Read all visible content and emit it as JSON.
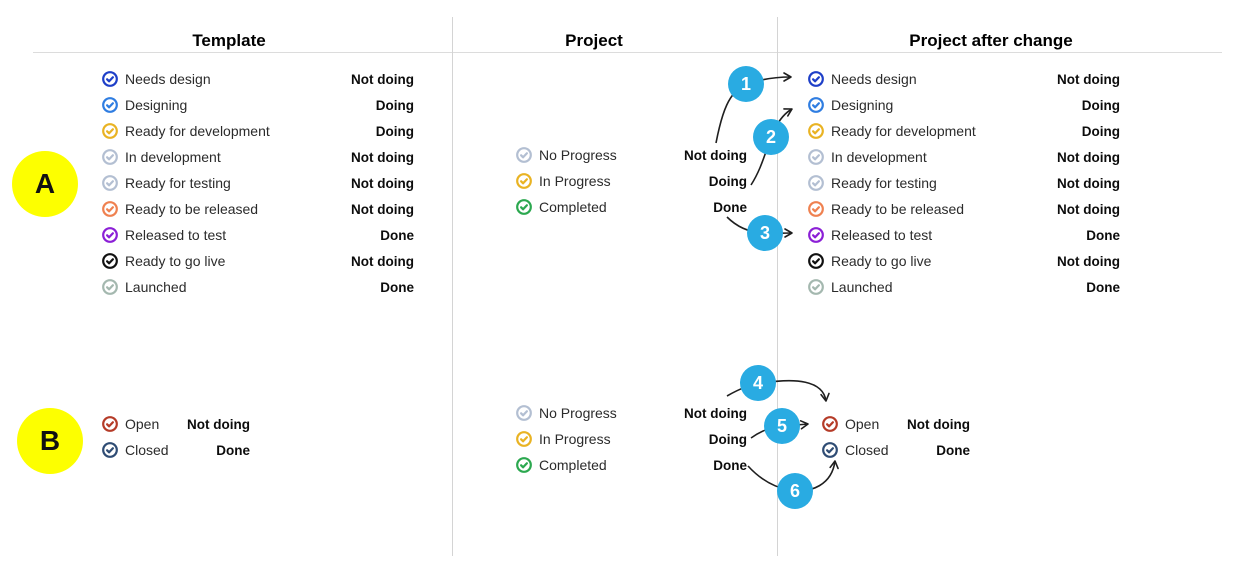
{
  "diagram": {
    "columns": [
      {
        "title": "Template"
      },
      {
        "title": "Project"
      },
      {
        "title": "Project after change"
      }
    ],
    "groups": [
      {
        "label": "A"
      },
      {
        "label": "B"
      }
    ],
    "badges": [
      "1",
      "2",
      "3",
      "4",
      "5",
      "6"
    ],
    "colors": {
      "number_badge": "#29abe2",
      "group_badge": "#fdff00",
      "arrow": "#1f1f1f",
      "divider": "#d4d4d4"
    },
    "sections": {
      "template_a": {
        "rows": [
          {
            "icon": "check-circle",
            "color": "#1e3fc8",
            "name": "Needs design",
            "mapping": "Not doing"
          },
          {
            "icon": "check-circle",
            "color": "#2f7de1",
            "name": "Designing",
            "mapping": "Doing"
          },
          {
            "icon": "check-circle",
            "color": "#e9b323",
            "name": "Ready for development",
            "mapping": "Doing"
          },
          {
            "icon": "check-circle",
            "color": "#b3bfd2",
            "name": "In development",
            "mapping": "Not doing"
          },
          {
            "icon": "check-circle",
            "color": "#b3bfd2",
            "name": "Ready for testing",
            "mapping": "Not doing"
          },
          {
            "icon": "check-circle",
            "color": "#ef8150",
            "name": "Ready to be released",
            "mapping": "Not doing"
          },
          {
            "icon": "check-circle",
            "color": "#8b1fd6",
            "name": "Released to test",
            "mapping": "Done"
          },
          {
            "icon": "check-circle",
            "color": "#111111",
            "name": "Ready to go live",
            "mapping": "Not doing"
          },
          {
            "icon": "check-circle",
            "color": "#a4b8af",
            "name": "Launched",
            "mapping": "Done"
          }
        ]
      },
      "project_a": {
        "rows": [
          {
            "icon": "check-circle",
            "color": "#b3bfd2",
            "name": "No Progress",
            "mapping": "Not doing"
          },
          {
            "icon": "check-circle",
            "color": "#e9b323",
            "name": "In Progress",
            "mapping": "Doing"
          },
          {
            "icon": "check-circle",
            "color": "#2ba84f",
            "name": "Completed",
            "mapping": "Done"
          }
        ]
      },
      "after_a": {
        "rows": [
          {
            "icon": "check-circle",
            "color": "#1e3fc8",
            "name": "Needs design",
            "mapping": "Not doing"
          },
          {
            "icon": "check-circle",
            "color": "#2f7de1",
            "name": "Designing",
            "mapping": "Doing"
          },
          {
            "icon": "check-circle",
            "color": "#e9b323",
            "name": "Ready for development",
            "mapping": "Doing"
          },
          {
            "icon": "check-circle",
            "color": "#b3bfd2",
            "name": "In development",
            "mapping": "Not doing"
          },
          {
            "icon": "check-circle",
            "color": "#b3bfd2",
            "name": "Ready for testing",
            "mapping": "Not doing"
          },
          {
            "icon": "check-circle",
            "color": "#ef8150",
            "name": "Ready to be released",
            "mapping": "Not doing"
          },
          {
            "icon": "check-circle",
            "color": "#8b1fd6",
            "name": "Released to test",
            "mapping": "Done"
          },
          {
            "icon": "check-circle",
            "color": "#111111",
            "name": "Ready to go live",
            "mapping": "Not doing"
          },
          {
            "icon": "check-circle",
            "color": "#a4b8af",
            "name": "Launched",
            "mapping": "Done"
          }
        ]
      },
      "template_b": {
        "rows": [
          {
            "icon": "check-circle",
            "color": "#b53b28",
            "name": "Open",
            "mapping": "Not doing"
          },
          {
            "icon": "check-circle",
            "color": "#2f4c74",
            "name": "Closed",
            "mapping": "Done"
          }
        ]
      },
      "project_b": {
        "rows": [
          {
            "icon": "check-circle",
            "color": "#b3bfd2",
            "name": "No Progress",
            "mapping": "Not doing"
          },
          {
            "icon": "check-circle",
            "color": "#e9b323",
            "name": "In Progress",
            "mapping": "Doing"
          },
          {
            "icon": "check-circle",
            "color": "#2ba84f",
            "name": "Completed",
            "mapping": "Done"
          }
        ]
      },
      "after_b": {
        "rows": [
          {
            "icon": "check-circle",
            "color": "#b53b28",
            "name": "Open",
            "mapping": "Not doing"
          },
          {
            "icon": "check-circle",
            "color": "#2f4c74",
            "name": "Closed",
            "mapping": "Done"
          }
        ]
      }
    }
  }
}
